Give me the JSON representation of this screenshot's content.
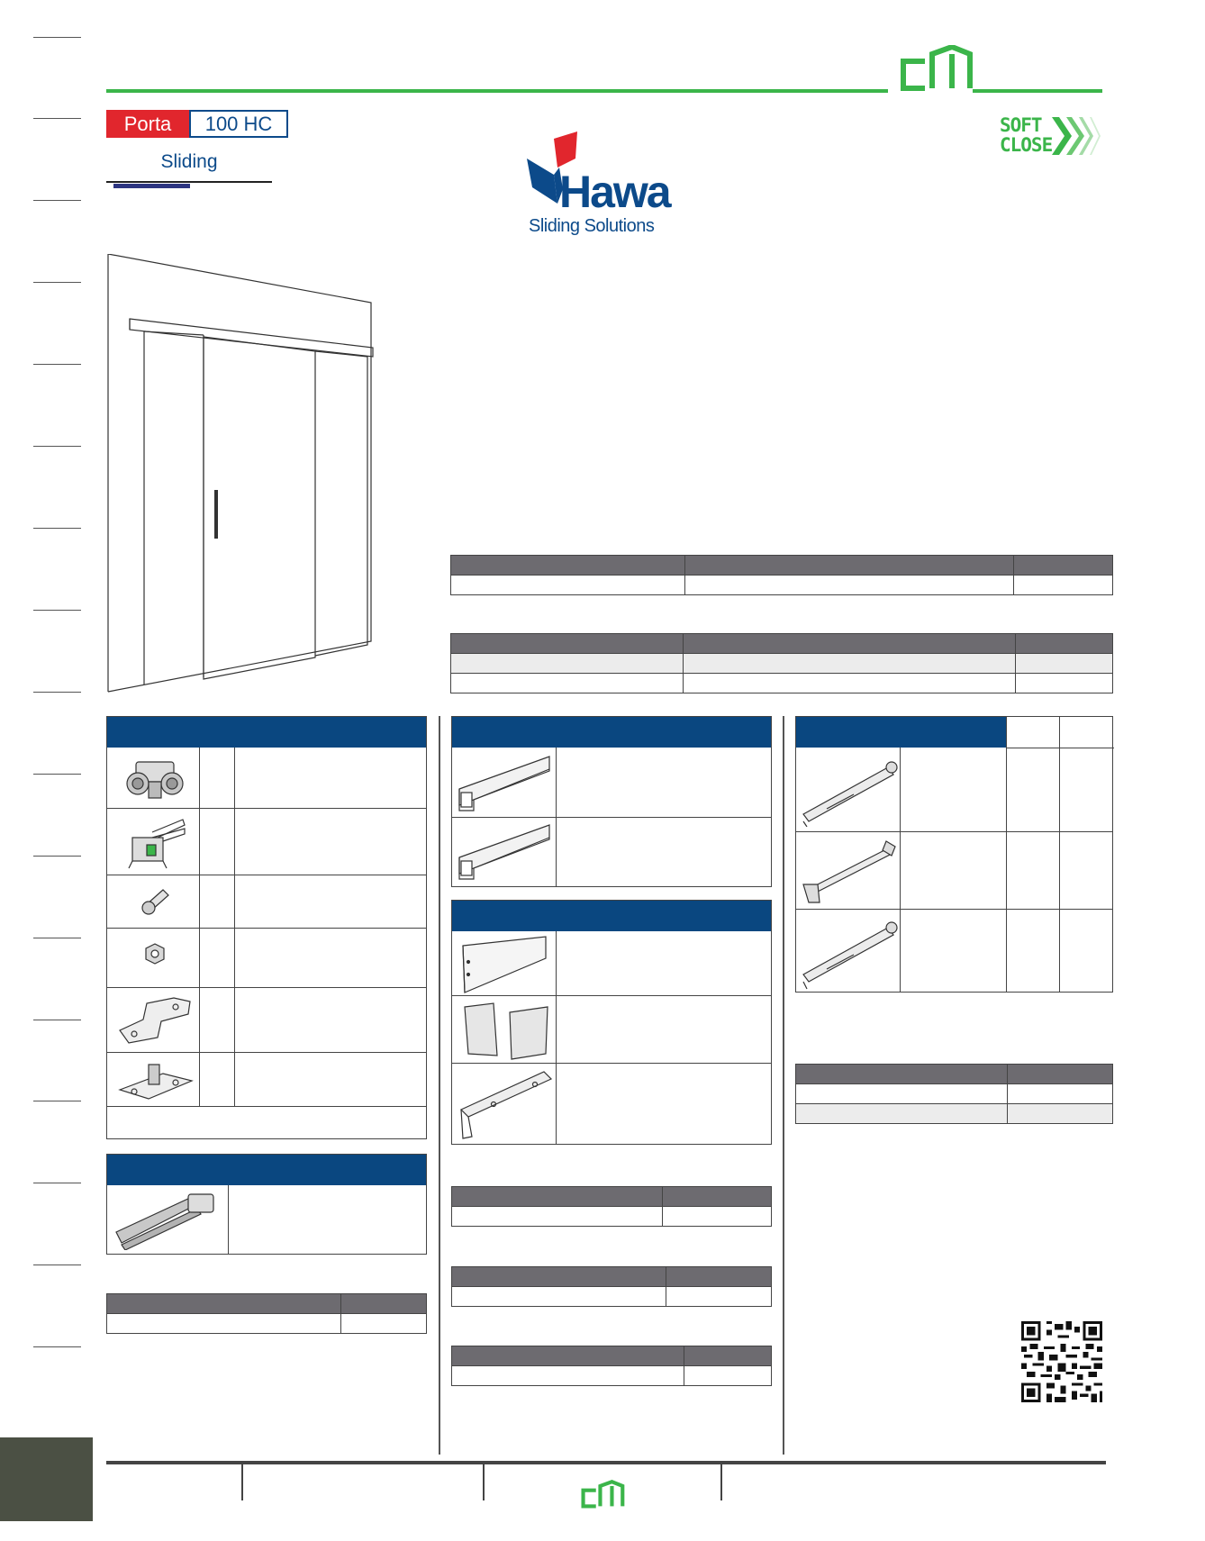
{
  "header": {
    "product_name": "Porta",
    "product_model": "100 HC",
    "category": "Sliding"
  },
  "brand": {
    "name": "Hawa",
    "tagline": "Sliding Solutions",
    "feature_badge_line1": "SOFT",
    "feature_badge_line2": "CLOSE"
  },
  "colors": {
    "accent_green": "#3bb54a",
    "badge_red": "#e1262d",
    "brand_blue": "#0c4a8a",
    "panel_header_blue": "#0a4780",
    "table_header_gray": "#6d6b70"
  },
  "icons": {
    "cm_logo": "cm-logo-icon",
    "soft_close": "soft-close-arrows-icon",
    "qr": "qr-code-icon"
  }
}
